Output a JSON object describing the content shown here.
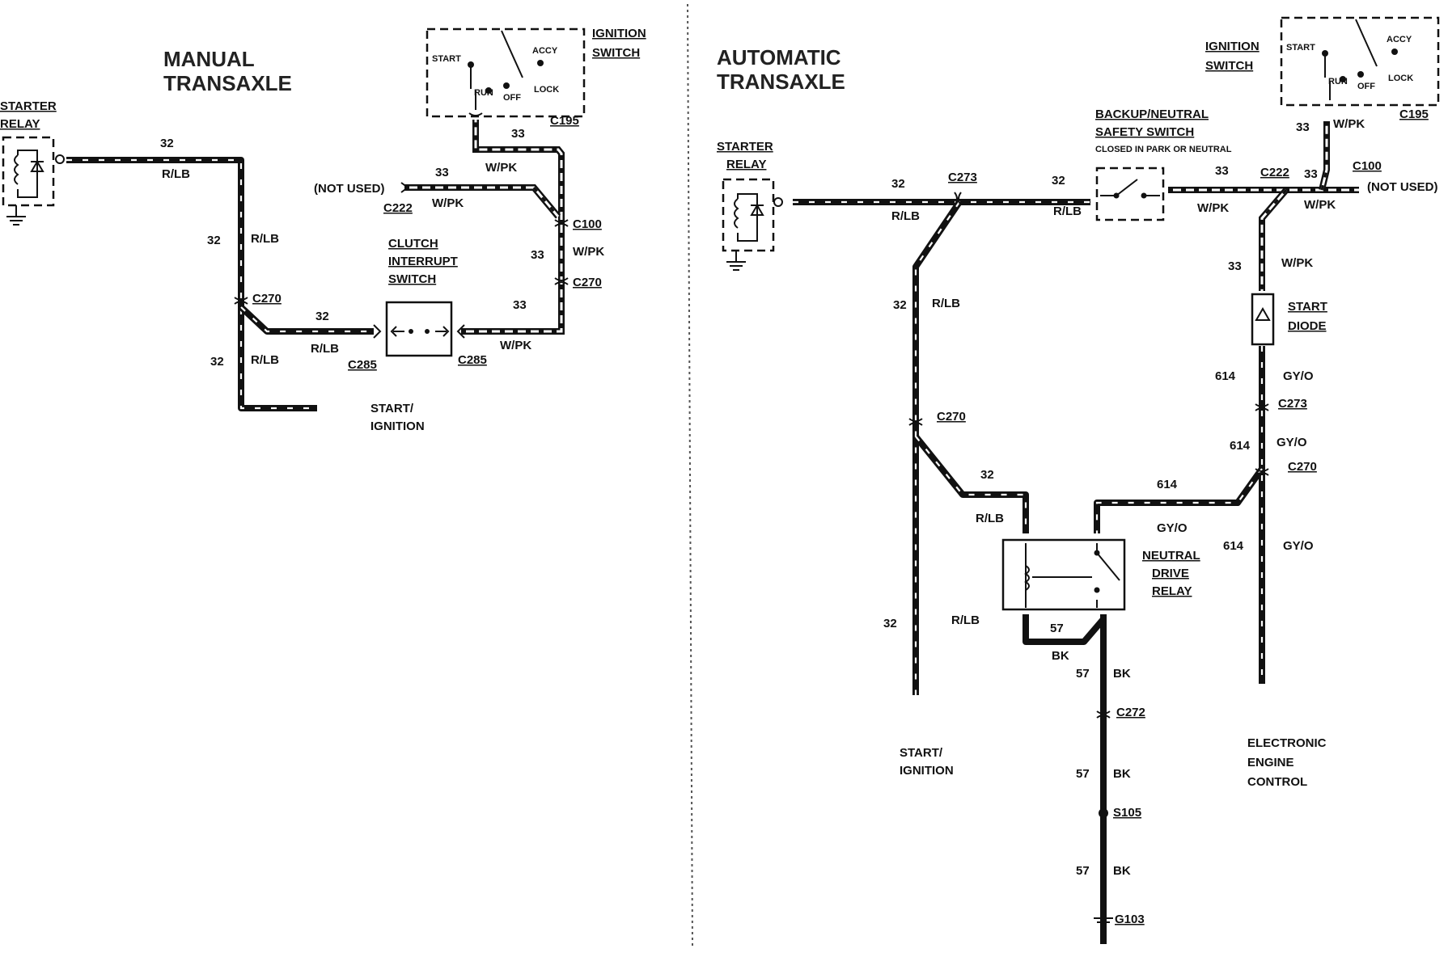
{
  "manual": {
    "title_line1": "MANUAL",
    "title_line2": "TRANSAXLE",
    "starter_relay_line1": "STARTER",
    "starter_relay_line2": "RELAY",
    "ignition_switch_line1": "IGNITION",
    "ignition_switch_line2": "SWITCH",
    "ign_start": "START",
    "ign_accy": "ACCY",
    "ign_run": "RUN",
    "ign_off": "OFF",
    "ign_lock": "LOCK",
    "c195": "C195",
    "not_used": "(NOT USED)",
    "c222": "C222",
    "c100": "C100",
    "c270_right": "C270",
    "c270_left": "C270",
    "clutch_line1": "CLUTCH",
    "clutch_line2": "INTERRUPT",
    "clutch_line3": "SWITCH",
    "c285_left": "C285",
    "c285_right": "C285",
    "start_ign_line1": "START/",
    "start_ign_line2": "IGNITION",
    "w32_top": "32",
    "w32_top_color": "R/LB",
    "w32_mid": "32",
    "w32_mid_color": "R/LB",
    "w32_low": "32",
    "w32_low_color": "R/LB",
    "w32_clutch": "32",
    "w32_clutch_color": "R/LB",
    "w33_c195": "33",
    "w33_c222": "33",
    "w33_c222_color": "W/PK",
    "w33_top_color": "W/PK",
    "w33_c100": "33",
    "w33_c100_color": "W/PK",
    "w33_clutch": "33",
    "w33_clutch_color": "W/PK"
  },
  "automatic": {
    "title_line1": "AUTOMATIC",
    "title_line2": "TRANSAXLE",
    "starter_relay_line1": "STARTER",
    "starter_relay_line2": "RELAY",
    "ignition_switch_line1": "IGNITION",
    "ignition_switch_line2": "SWITCH",
    "ign_start": "START",
    "ign_accy": "ACCY",
    "ign_run": "RUN",
    "ign_off": "OFF",
    "ign_lock": "LOCK",
    "c195": "C195",
    "backup_line1": "BACKUP/NEUTRAL",
    "backup_line2": "SAFETY SWITCH",
    "backup_note": "CLOSED IN PARK OR NEUTRAL",
    "c273_top": "C273",
    "c222": "C222",
    "c100": "C100",
    "not_used": "(NOT USED)",
    "start_diode_line1": "START",
    "start_diode_line2": "DIODE",
    "c273_right": "C273",
    "c270_right": "C270",
    "c270_left": "C270",
    "ndr_line1": "NEUTRAL",
    "ndr_line2": "DRIVE",
    "ndr_line3": "RELAY",
    "c272": "C272",
    "s105": "S105",
    "g103": "G103",
    "start_ign_line1": "START/",
    "start_ign_line2": "IGNITION",
    "eec_line1": "ELECTRONIC",
    "eec_line2": "ENGINE",
    "eec_line3": "CONTROL",
    "w32_a": "32",
    "w32_a_color": "R/LB",
    "w32_b": "32",
    "w32_b_color": "R/LB",
    "w32_left": "32",
    "w32_left_color": "R/LB",
    "w32_relay": "32",
    "w32_relay_color": "R/LB",
    "w32_bottom": "32",
    "w32_bottom_color": "R/LB",
    "w33_a": "33",
    "w33_a_color": "W/PK",
    "w33_b": "33",
    "w33_b_color": "W/PK",
    "w33_c195": "33",
    "w33_c195_color": "W/PK",
    "w33_diode": "33",
    "w33_diode_color": "W/PK",
    "w614_a": "614",
    "w614_a_color": "GY/O",
    "w614_b": "614",
    "w614_b_color": "GY/O",
    "w614_relay": "614",
    "w614_relay_color": "GY/O",
    "w614_c": "614",
    "w614_c_color": "GY/O",
    "w57_relay": "57",
    "w57_relay_color": "BK",
    "w57_a": "57",
    "w57_a_color": "BK",
    "w57_b": "57",
    "w57_b_color": "BK",
    "w57_c": "57",
    "w57_c_color": "BK"
  }
}
